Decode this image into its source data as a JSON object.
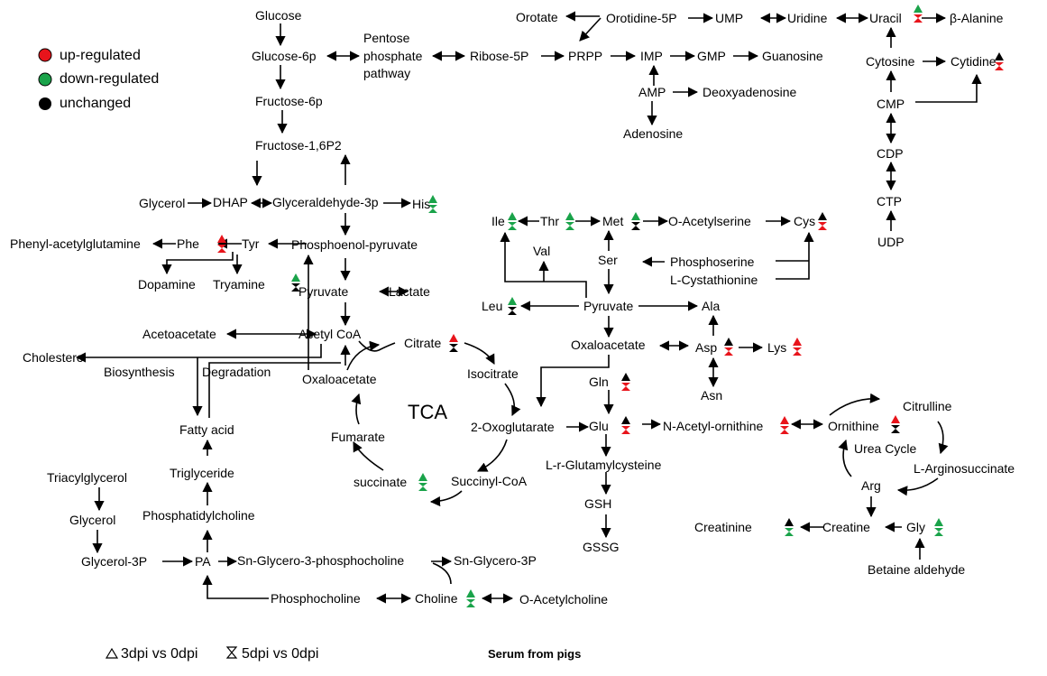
{
  "title": "Serum from pigs",
  "colors": {
    "up": "#e8141b",
    "down": "#1aa34a",
    "unchanged": "#000000"
  },
  "legend": {
    "items": [
      {
        "status": "up",
        "label": "up-regulated"
      },
      {
        "status": "down",
        "label": "down-regulated"
      },
      {
        "status": "unchanged",
        "label": "unchanged"
      }
    ],
    "marker_3dpi": "3dpi vs 0dpi",
    "marker_5dpi": "5dpi vs 0dpi"
  },
  "nodes": {
    "glucose": "Glucose",
    "glucose6p": "Glucose-6p",
    "ppp1": "Pentose",
    "ppp2": "phosphate",
    "ppp3": "pathway",
    "fructose6p": "Fructose-6p",
    "fructose16p2": "Fructose-1,6P2",
    "glycerol_top": "Glycerol",
    "dhap": "DHAP",
    "g3p": "Glyceraldehyde-3p",
    "his": "His",
    "phenylacetylglutamine": "Phenyl-acetylglutamine",
    "phe": "Phe",
    "tyr": "Tyr",
    "pep": "Phosphoenol-pyruvate",
    "dopamine": "Dopamine",
    "tyramine": "Tryamine",
    "pyruvate_left": "Pyruvate",
    "lactate": "Lactate",
    "acetoacetate": "Acetoacetate",
    "acetylcoa": "Acetyl CoA",
    "citrate": "Citrate",
    "cholesterol": "Cholesterol",
    "biosynthesis": "Biosynthesis",
    "degradation": "Degradation",
    "oxaloacetate_tca": "Oxaloacetate",
    "isocitrate": "Isocitrate",
    "tca": "TCA",
    "fumarate": "Fumarate",
    "oxoglutarate": "2-Oxoglutarate",
    "succinate": "succinate",
    "succinylcoa": "Succinyl-CoA",
    "fattyacid": "Fatty acid",
    "triglyceride": "Triglyceride",
    "triacylglycerol": "Triacylglycerol",
    "glycerol_bottom": "Glycerol",
    "phosphatidylcholine": "Phosphatidylcholine",
    "glycerol3p": "Glycerol-3P",
    "pa": "PA",
    "sngpc": "Sn-Glycero-3-phosphocholine",
    "sng3p": "Sn-Glycero-3P",
    "phosphocholine": "Phosphocholine",
    "choline": "Choline",
    "oacetylcholine": "O-Acetylcholine",
    "ribose5p": "Ribose-5P",
    "prpp": "PRPP",
    "orotate": "Orotate",
    "orotidine5p": "Orotidine-5P",
    "ump": "UMP",
    "uridine": "Uridine",
    "uracil": "Uracil",
    "balanine": "β-Alanine",
    "imp": "IMP",
    "gmp": "GMP",
    "guanosine": "Guanosine",
    "amp": "AMP",
    "deoxyadenosine": "Deoxyadenosine",
    "adenosine": "Adenosine",
    "cytosine": "Cytosine",
    "cytidine": "Cytidine",
    "cmp": "CMP",
    "cdp": "CDP",
    "ctp": "CTP",
    "udp": "UDP",
    "ile": "Ile",
    "thr": "Thr",
    "met": "Met",
    "oacetylserine": "O-Acetylserine",
    "cys": "Cys",
    "val": "Val",
    "ser": "Ser",
    "phosphoserine": "Phosphoserine",
    "cystathionine": "L-Cystathionine",
    "leu": "Leu",
    "pyruvate_right": "Pyruvate",
    "ala": "Ala",
    "oxaloacetate_right": "Oxaloacetate",
    "asp": "Asp",
    "lys": "Lys",
    "asn": "Asn",
    "gln": "Gln",
    "glu": "Glu",
    "nacetylornithine": "N-Acetyl-ornithine",
    "ornithine": "Ornithine",
    "citrulline": "Citrulline",
    "ureacycle": "Urea Cycle",
    "arginosuccinate": "L-Arginosuccinate",
    "arg": "Arg",
    "glutamylcysteine": "L-r-Glutamylcysteine",
    "gsh": "GSH",
    "gssg": "GSSG",
    "creatinine": "Creatinine",
    "creatine": "Creatine",
    "gly": "Gly",
    "betaine": "Betaine aldehyde"
  },
  "markers": [
    {
      "metabolite": "Uracil",
      "d3": "down",
      "d5": "up"
    },
    {
      "metabolite": "Cytidine",
      "d3": "unchanged",
      "d5": "up"
    },
    {
      "metabolite": "His",
      "d3": "down",
      "d5": "down"
    },
    {
      "metabolite": "Phe",
      "d3": "up",
      "d5": "up"
    },
    {
      "metabolite": "Tryamine",
      "d3": "down",
      "d5": "unchanged"
    },
    {
      "metabolite": "Citrate",
      "d3": "up",
      "d5": "unchanged"
    },
    {
      "metabolite": "succinate",
      "d3": "down",
      "d5": "down"
    },
    {
      "metabolite": "Choline",
      "d3": "down",
      "d5": "down"
    },
    {
      "metabolite": "Ile",
      "d3": "down",
      "d5": "down"
    },
    {
      "metabolite": "Thr",
      "d3": "down",
      "d5": "down"
    },
    {
      "metabolite": "Met",
      "d3": "down",
      "d5": "unchanged"
    },
    {
      "metabolite": "Cys",
      "d3": "unchanged",
      "d5": "up"
    },
    {
      "metabolite": "Leu",
      "d3": "down",
      "d5": "unchanged"
    },
    {
      "metabolite": "Asp",
      "d3": "unchanged",
      "d5": "up"
    },
    {
      "metabolite": "Lys",
      "d3": "up",
      "d5": "up"
    },
    {
      "metabolite": "Gln",
      "d3": "unchanged",
      "d5": "up"
    },
    {
      "metabolite": "Glu",
      "d3": "unchanged",
      "d5": "up"
    },
    {
      "metabolite": "N-Acetyl-ornithine",
      "d3": "up",
      "d5": "up"
    },
    {
      "metabolite": "Ornithine",
      "d3": "up",
      "d5": "unchanged"
    },
    {
      "metabolite": "Creatinine",
      "d3": "unchanged",
      "d5": "down"
    },
    {
      "metabolite": "Gly",
      "d3": "down",
      "d5": "down"
    }
  ]
}
